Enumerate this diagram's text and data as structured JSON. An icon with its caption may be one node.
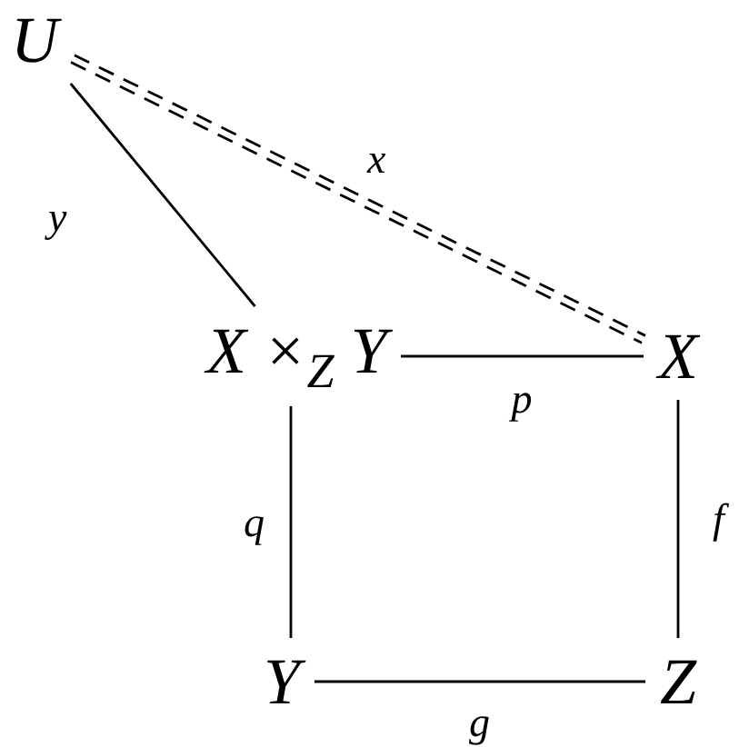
{
  "diagram": {
    "nodes": [
      {
        "text": [
          "U"
        ]
      },
      {
        "text": [
          "X ×$_{Z}$ Y"
        ]
      },
      {
        "text": [
          "X"
        ]
      },
      {
        "text": [
          "Y"
        ]
      },
      {
        "text": [
          "Z"
        ]
      }
    ],
    "edges": [
      {
        "from": 0,
        "to": 1,
        "arrow": "none",
        "label": "y"
      },
      {
        "from": 0,
        "to": 2,
        "arrow": "none",
        "label": "x",
        "style": "dashed"
      },
      {
        "from": 1,
        "to": 2,
        "arrow": "none",
        "label": "p"
      },
      {
        "from": 1,
        "to": 3,
        "arrow": "none",
        "label": "q"
      },
      {
        "from": 2,
        "to": 4,
        "arrow": "none",
        "label": "f"
      },
      {
        "from": 3,
        "to": 4,
        "arrow": "none",
        "label": "g"
      }
    ]
  }
}
